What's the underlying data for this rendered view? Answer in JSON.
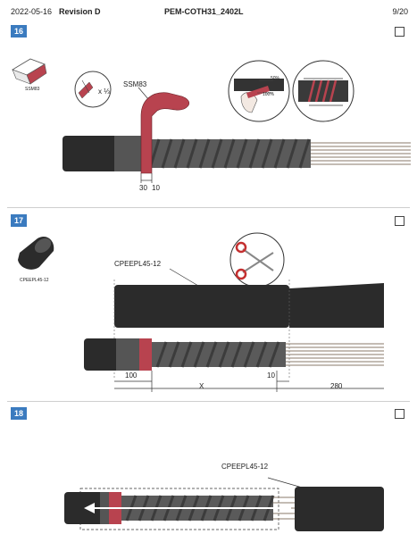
{
  "header": {
    "date": "2022-05-16",
    "revision": "Revision D",
    "document": "PEM-COTH31_2402L",
    "page": "9/20"
  },
  "steps": [
    {
      "number": "16",
      "part_label": "SSM83",
      "callout_label": "SSM83",
      "multiplier": "x ⅓",
      "dimension": "30",
      "dimension2": "10",
      "detail_labels": [
        "50%",
        "100%"
      ]
    },
    {
      "number": "17",
      "part_label": "CPEEPL45-12",
      "callout_label": "CPEEPL45-12",
      "dimensions": [
        "100",
        "X",
        "10",
        "280"
      ]
    },
    {
      "number": "18",
      "callout_label": "CPEEPL45-12"
    }
  ],
  "colors": {
    "step_badge": "#3b7bbf",
    "tape_red": "#b8434f",
    "sleeve_dark": "#2b2b2b"
  }
}
